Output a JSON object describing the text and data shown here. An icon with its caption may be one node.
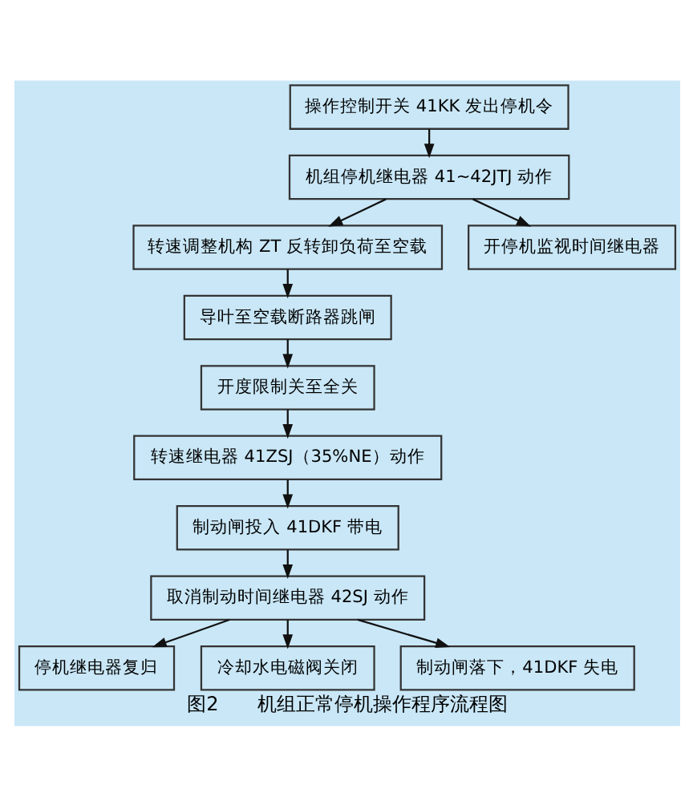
{
  "diagram": {
    "caption": "图2　　机组正常停机操作程序流程图",
    "nodes": [
      {
        "text": [
          "操作控制开关 41KK 发出停机令"
        ]
      },
      {
        "text": [
          "机组停机继电器 41~42JTJ 动作"
        ]
      },
      {
        "text": [
          "转速调整机构 ZT 反转卸负荷至空载"
        ]
      },
      {
        "text": [
          "开停机监视时间继电器"
        ]
      },
      {
        "text": [
          "导叶至空载断路器跳闸"
        ]
      },
      {
        "text": [
          "开度限制关至全关"
        ]
      },
      {
        "text": [
          "转速继电器 41ZSJ（35%NE）动作"
        ]
      },
      {
        "text": [
          "制动闸投入 41DKF 带电"
        ]
      },
      {
        "text": [
          "取消制动时间继电器 42SJ 动作"
        ]
      },
      {
        "text": [
          "停机继电器复归"
        ]
      },
      {
        "text": [
          "冷却水电磁阀关闭"
        ]
      },
      {
        "text": [
          "制动闸落下，41DKF 失电"
        ]
      }
    ],
    "edges": [
      {
        "from": 0,
        "to": 1,
        "arrow": "to"
      },
      {
        "from": 1,
        "to": 2,
        "arrow": "to"
      },
      {
        "from": 1,
        "to": 3,
        "arrow": "to"
      },
      {
        "from": 2,
        "to": 4,
        "arrow": "to"
      },
      {
        "from": 4,
        "to": 5,
        "arrow": "to"
      },
      {
        "from": 5,
        "to": 6,
        "arrow": "to"
      },
      {
        "from": 6,
        "to": 7,
        "arrow": "to"
      },
      {
        "from": 7,
        "to": 8,
        "arrow": "to"
      },
      {
        "from": 8,
        "to": 9,
        "arrow": "to"
      },
      {
        "from": 8,
        "to": 10,
        "arrow": "to"
      },
      {
        "from": 8,
        "to": 11,
        "arrow": "to"
      }
    ]
  }
}
